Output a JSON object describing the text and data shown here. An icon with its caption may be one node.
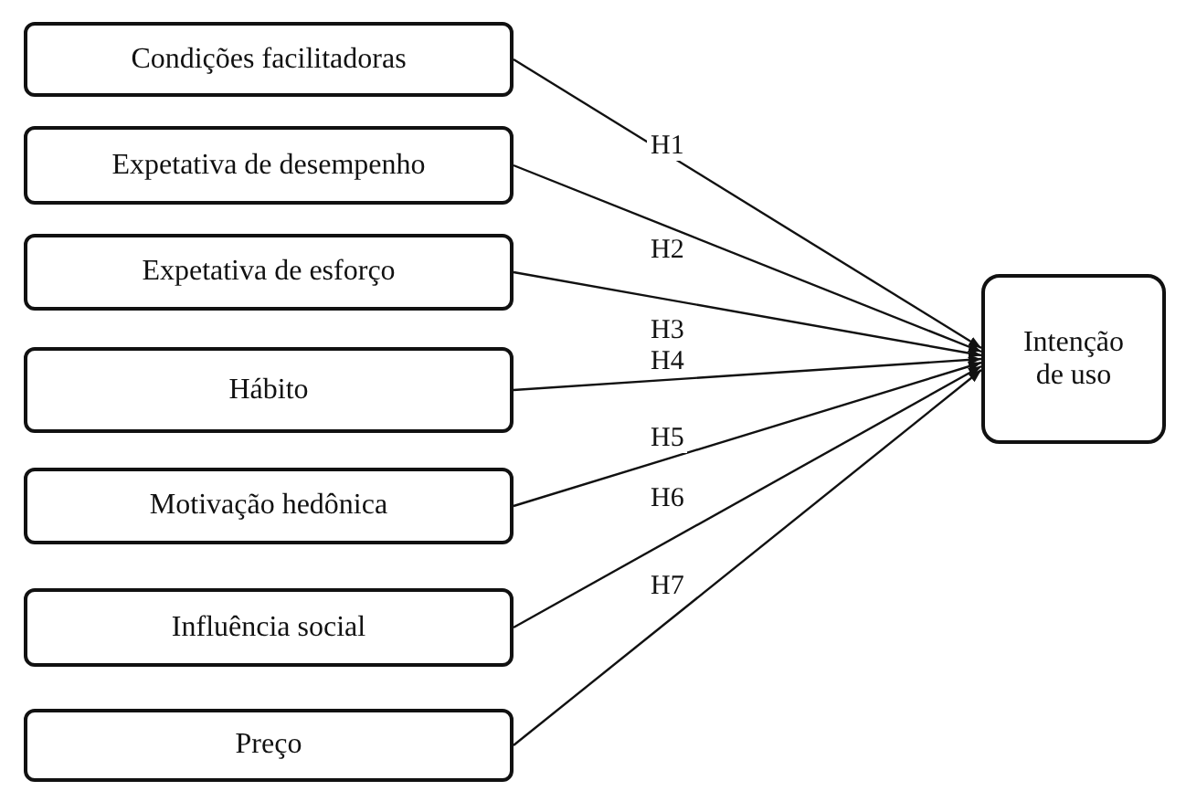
{
  "diagram": {
    "nodes": [
      {
        "text": [
          "Condições facilitadoras"
        ]
      },
      {
        "text": [
          "Expetativa de desempenho"
        ]
      },
      {
        "text": [
          "Expetativa de esforço"
        ]
      },
      {
        "text": [
          "Hábito"
        ]
      },
      {
        "text": [
          "Motivação hedônica"
        ]
      },
      {
        "text": [
          "Influência social"
        ]
      },
      {
        "text": [
          "Preço"
        ]
      },
      {
        "text": [
          "Intenção de uso"
        ]
      }
    ],
    "edges": [
      {
        "from": 0,
        "to": 7,
        "arrow": "to",
        "label": "H1"
      },
      {
        "from": 1,
        "to": 7,
        "arrow": "to",
        "label": "H2"
      },
      {
        "from": 2,
        "to": 7,
        "arrow": "to",
        "label": "H3"
      },
      {
        "from": 3,
        "to": 7,
        "arrow": "to",
        "label": "H4"
      },
      {
        "from": 4,
        "to": 7,
        "arrow": "to",
        "label": "H5"
      },
      {
        "from": 5,
        "to": 7,
        "arrow": "to",
        "label": "H6"
      },
      {
        "from": 6,
        "to": 7,
        "arrow": "to",
        "label": "H7"
      }
    ]
  }
}
